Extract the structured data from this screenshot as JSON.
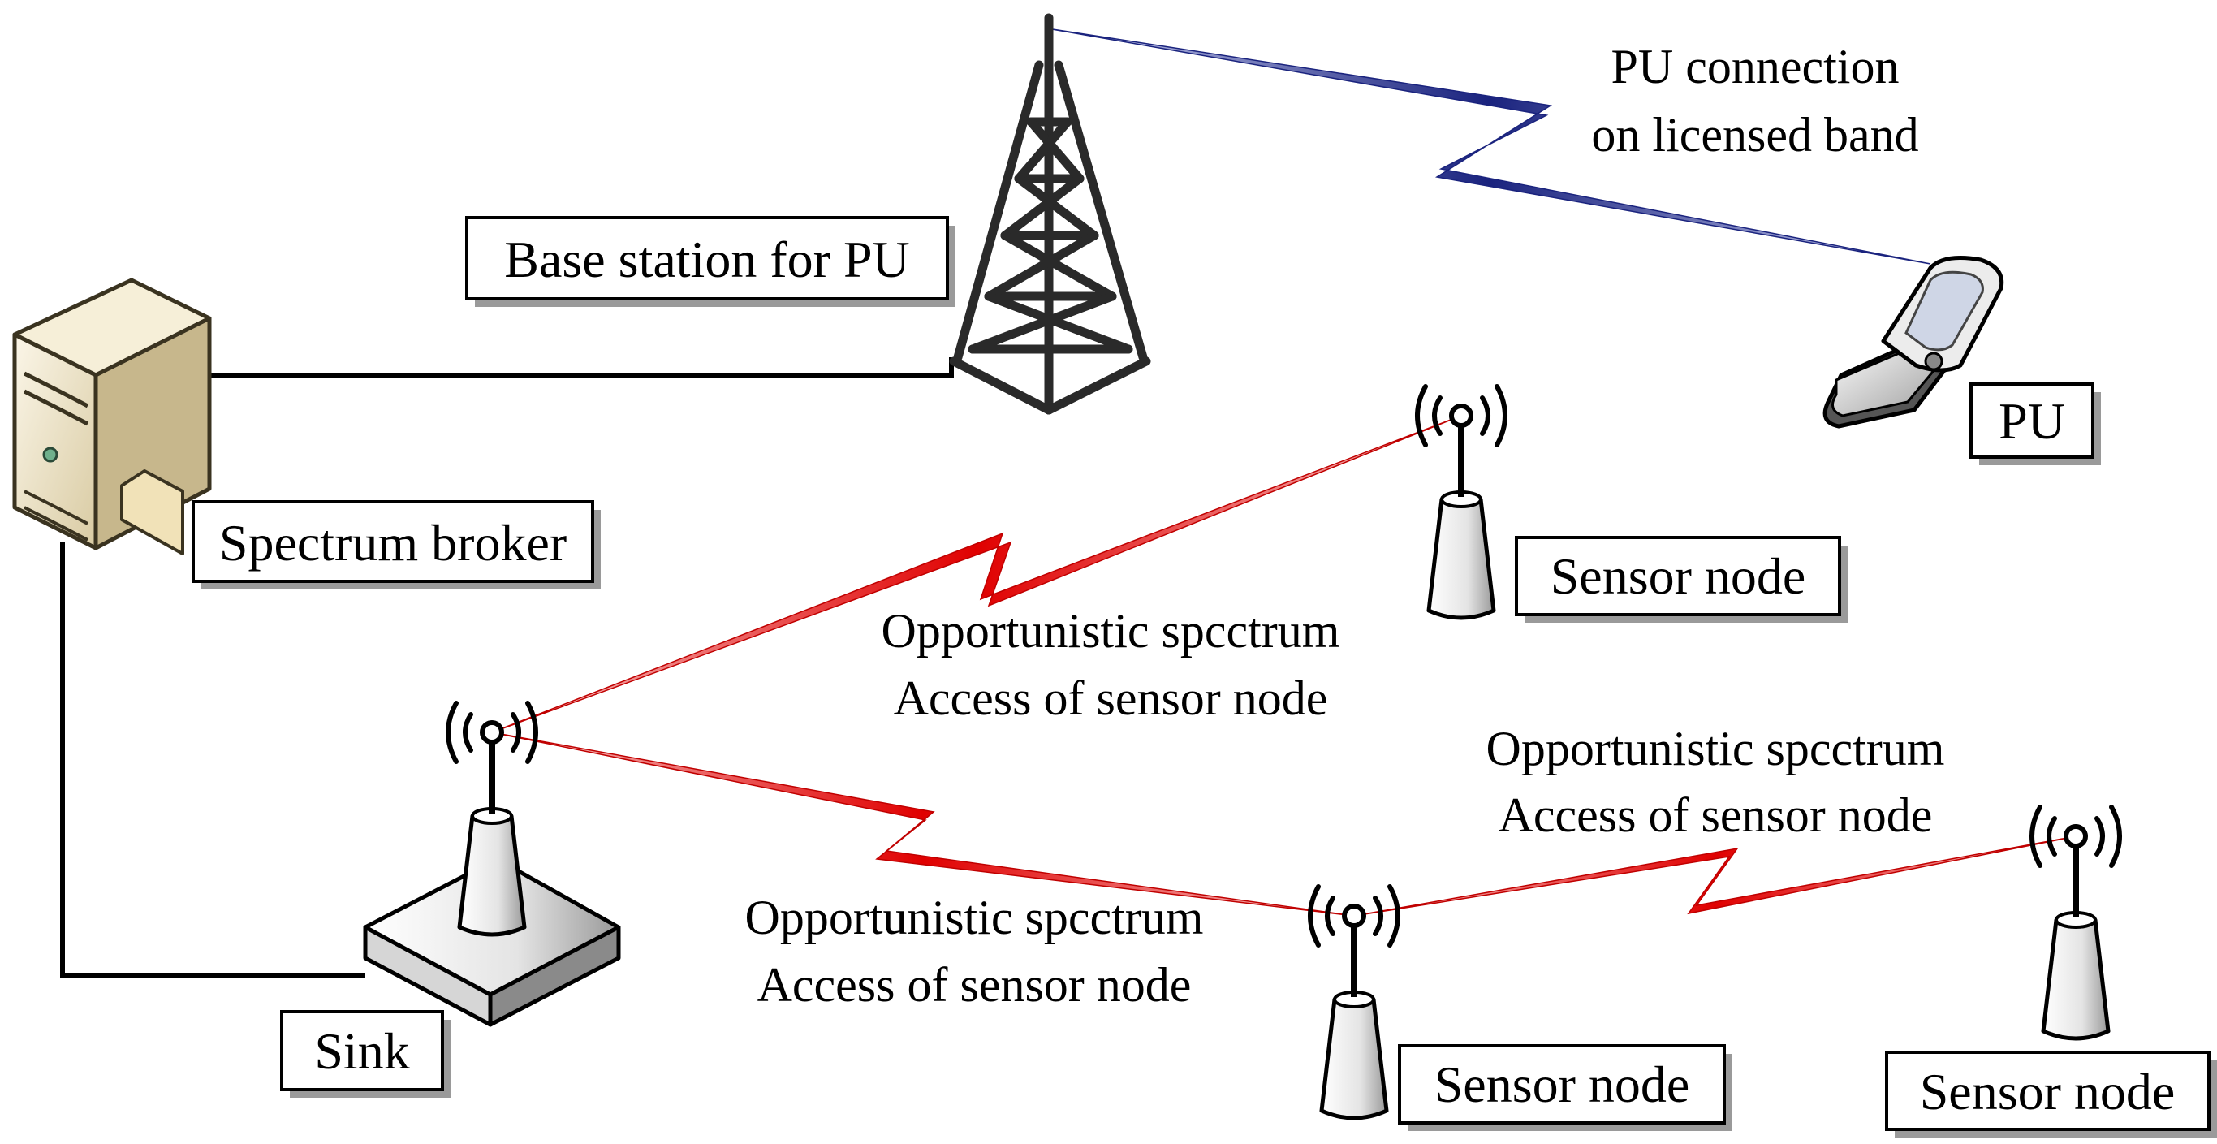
{
  "labels": {
    "base_station": "Base station for PU",
    "pu": "PU",
    "spectrum_broker": "Spectrum broker",
    "sink": "Sink",
    "sensor_node_1": "Sensor node",
    "sensor_node_2": "Sensor node",
    "sensor_node_3": "Sensor node"
  },
  "captions": {
    "pu_connection": [
      "PU connection",
      "on licensed band"
    ],
    "osa_1": [
      "Opportunistic spcctrum",
      "Access of sensor node"
    ],
    "osa_2": [
      "Opportunistic spcctrum",
      "Access of sensor node"
    ],
    "osa_3": [
      "Opportunistic spcctrum",
      "Access of sensor node"
    ]
  },
  "colors": {
    "pu_link": "#1a237e",
    "pu_link_light": "#b8bde8",
    "sensor_link": "#e00000",
    "sensor_link_light": "#f7c6c6"
  },
  "icons": {
    "tower": "radio-tower-icon",
    "phone": "flip-phone-icon",
    "server": "server-icon",
    "sink": "sink-base-icon",
    "sensor": "antenna-icon"
  }
}
